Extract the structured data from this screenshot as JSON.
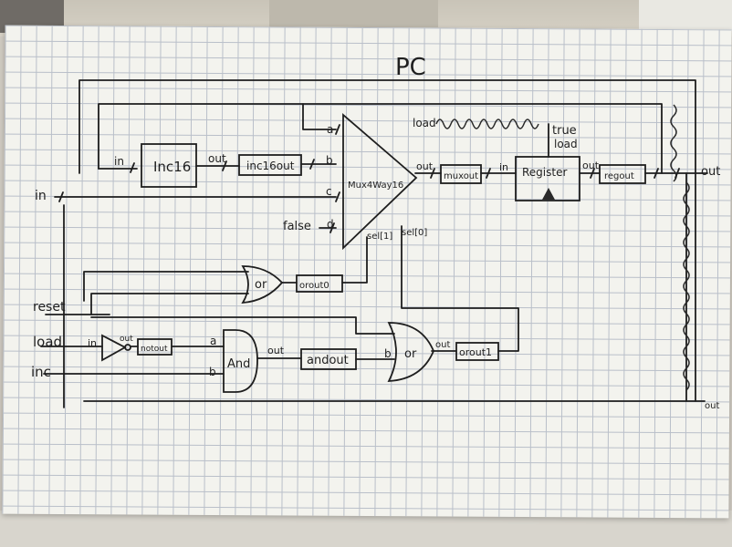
{
  "title": "PC",
  "chips": {
    "inc16": {
      "name": "Inc16",
      "in": "in",
      "out": "out"
    },
    "mux": {
      "name": "Mux4Way16",
      "in_a": "a",
      "in_b": "b",
      "in_c": "c",
      "in_d": "d",
      "false_const": "false",
      "out": "out",
      "sel1": "sel[1]",
      "sel0": "sel[0]"
    },
    "register": {
      "name": "Register",
      "in": "in",
      "out": "out",
      "load_note": "true",
      "load_label": "load",
      "crossed_label": "load"
    },
    "or_top": {
      "name": "or"
    },
    "not": {
      "in": "in",
      "out": "out"
    },
    "and": {
      "name": "And",
      "in_a": "a",
      "in_b": "b",
      "out": "out"
    },
    "or_bottom": {
      "name": "or",
      "in_b": "b",
      "out": "out"
    }
  },
  "pins": {
    "in": "in",
    "reset": "reset",
    "load": "load",
    "inc": "inc",
    "out": "out"
  },
  "wires": {
    "inc16out": "inc16out",
    "muxout": "muxout",
    "regout": "regout",
    "orout0": "orout0",
    "notout": "notout",
    "andout": "andout",
    "orout1": "orout1"
  },
  "colors": {
    "ink": "#1e1e1e",
    "paper": "#f3f3ee",
    "grid": "#b9bfc9"
  }
}
